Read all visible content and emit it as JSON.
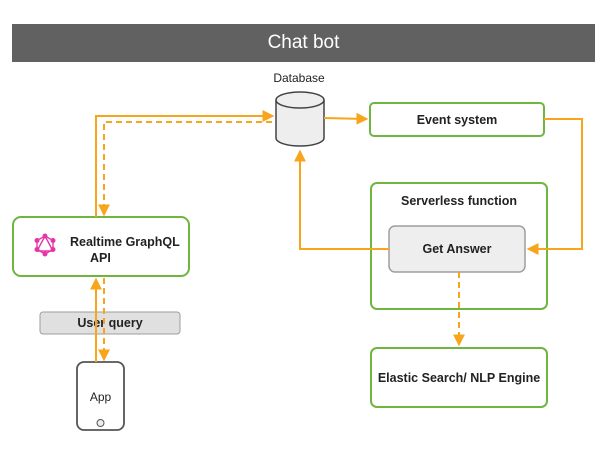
{
  "header": {
    "title": "Chat bot"
  },
  "nodes": {
    "database": "Database",
    "event_system": "Event system",
    "serverless": "Serverless function",
    "get_answer": "Get Answer",
    "graphql_line1": "Realtime GraphQL",
    "graphql_line2": "API",
    "user_query": "User query",
    "app": "App",
    "elastic": "Elastic Search/ NLP Engine"
  },
  "colors": {
    "arrow": "#F7A51C",
    "box_border": "#6FB540",
    "grey_fill": "#EEEEEE",
    "grey_border": "#9E9E9E",
    "banner": "#616161",
    "graphql_logo": "#E535AB"
  },
  "icons": {
    "graphql": "graphql-logo-icon",
    "database": "database-cylinder-icon",
    "app_button": "home-button-icon"
  }
}
